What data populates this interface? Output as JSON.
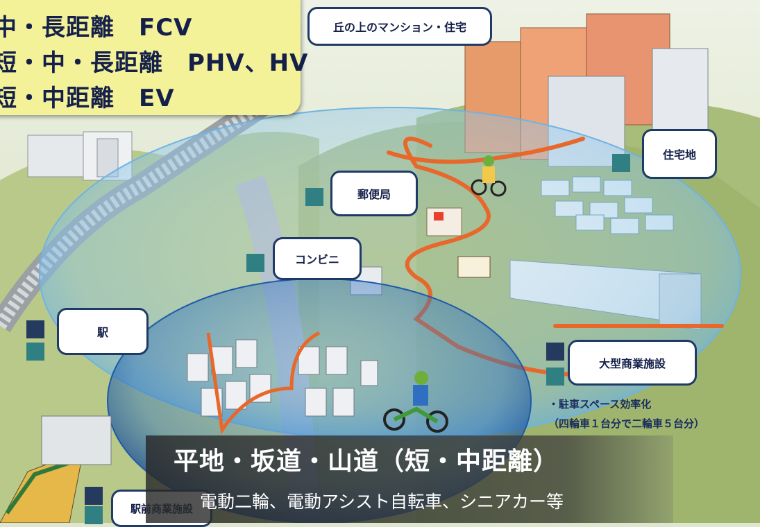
{
  "legend": {
    "line1": "中・長距離　FCV",
    "line2": "短・中・長距離　PHV、HV",
    "line3": "短・中距離　EV"
  },
  "labels": {
    "hill_mansion": "丘の上のマンション・住宅",
    "residential": "住宅地",
    "post_office": "郵便局",
    "convenience_store": "コンビニ",
    "station": "駅",
    "large_mall": "大型商業施設",
    "station_front_shops": "駅前商業施設"
  },
  "parking_note": {
    "line1": "・駐車スペース効率化",
    "line2": "（四輪車１台分で二輪車５台分）"
  },
  "caption": {
    "title": "平地・坂道・山道（短・中距離）",
    "subtitle": "電動二輪、電動アシスト自転車、シニアカー等"
  },
  "colors": {
    "legend_bg": "#f4f299",
    "label_border": "#1f3a66",
    "route": "#e8682c",
    "outer_zone": "#8fc6ea",
    "inner_zone": "#1d5aa8",
    "square_teal": "#2f7f83",
    "square_navy": "#243a5e"
  }
}
